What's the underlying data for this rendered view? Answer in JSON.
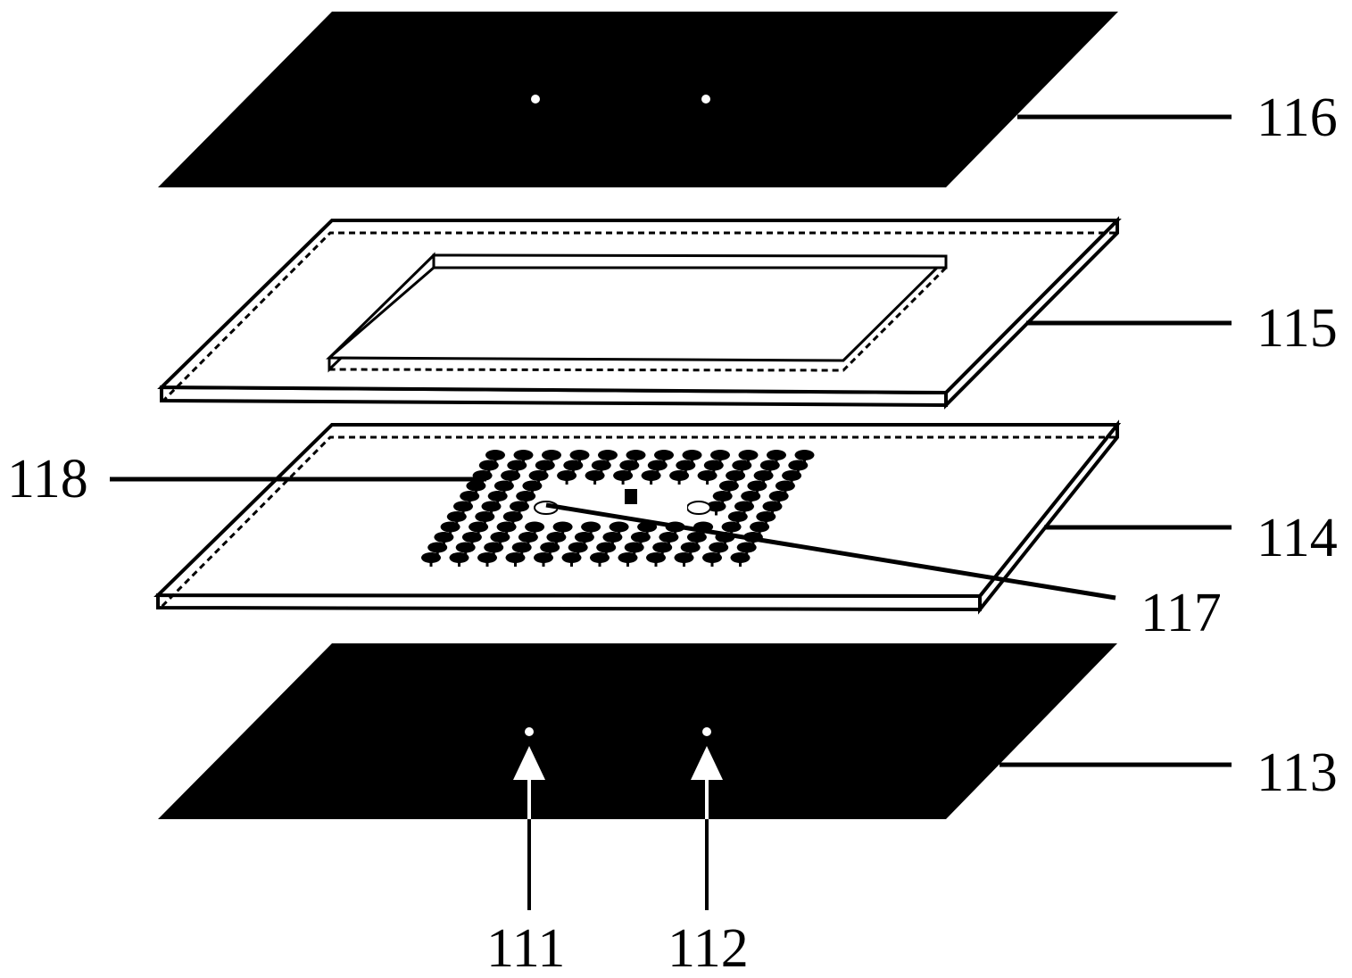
{
  "labels": {
    "top_plate": "116",
    "frame_layer": "115",
    "base_layer": "114",
    "bottom_plate": "113",
    "chamber": "117",
    "array": "118",
    "inlet_1": "111",
    "inlet_2": "112"
  },
  "colors": {
    "plate": "#000000",
    "line": "#000000",
    "background": "#ffffff",
    "hole": "#ffffff"
  }
}
